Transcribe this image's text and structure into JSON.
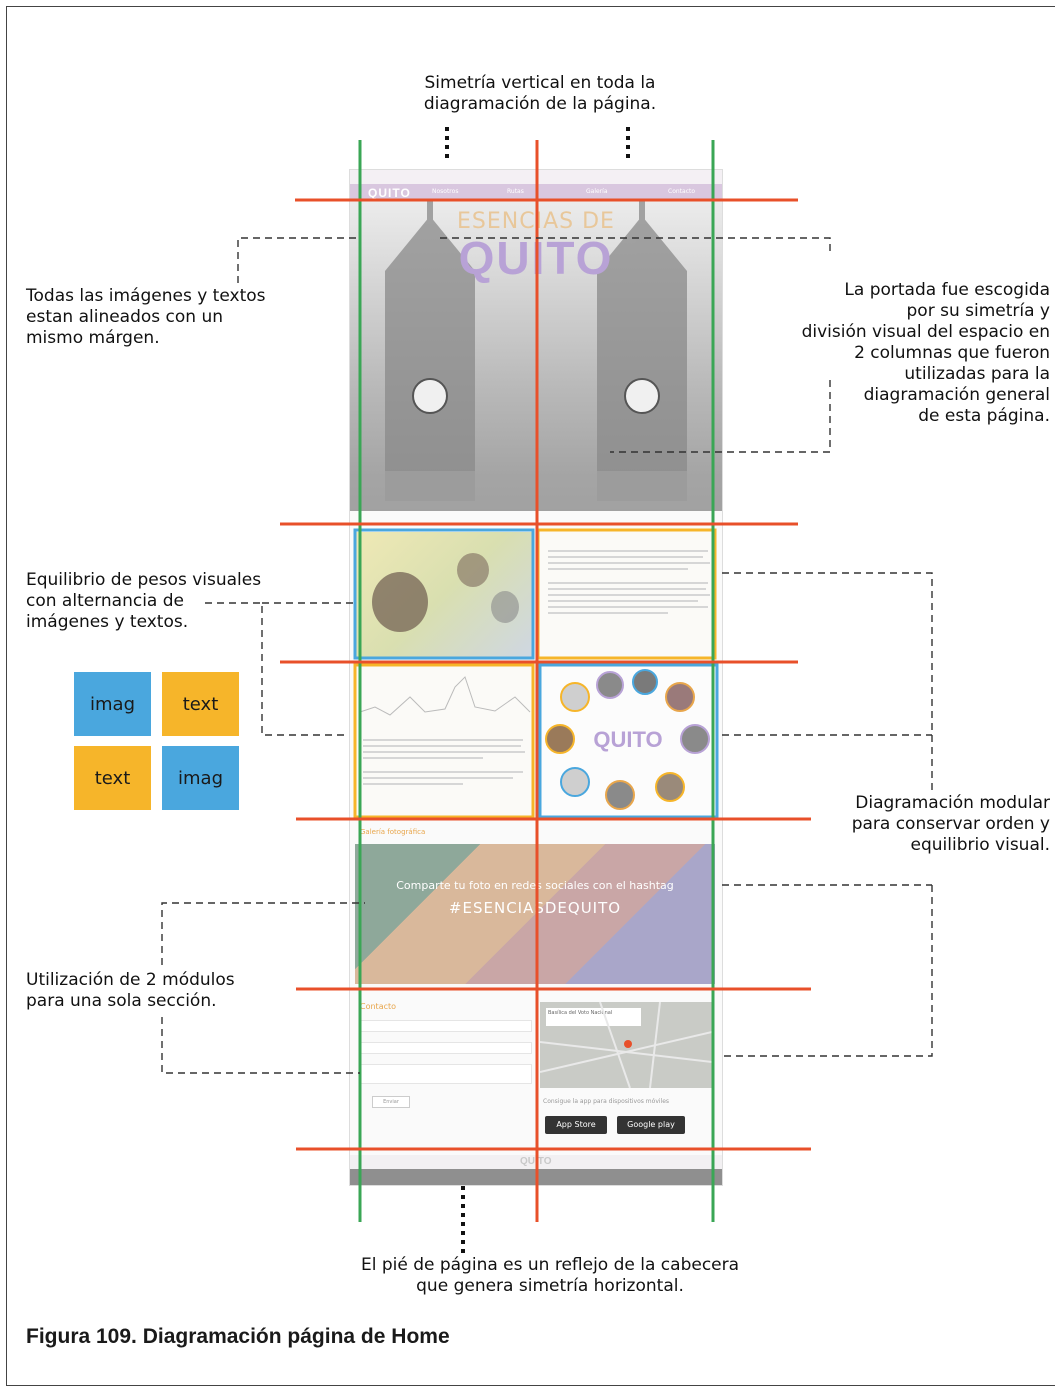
{
  "annotations": {
    "top": "Simetría vertical en toda la diagramación de la página.",
    "left_alignment": "Todas las imágenes y textos\nestan alineados con un\nmismo márgen.",
    "right_cover": "La portada fue escogida\npor su simetría y\ndivisión visual del espacio en\n2  columnas que fueron\nutilizadas para la\ndiagramación general\nde esta página.",
    "left_balance": "Equilibrio de pesos visuales\ncon alternancia de\nimágenes y textos.",
    "right_modular": "Diagramación modular\npara conservar  orden y\nequilibrio visual.",
    "left_modules": "Utilización de 2 módulos\npara una sola sección.",
    "bottom_footer": "El pié de página  es un reflejo de la cabecera\nque genera simetría horizontal."
  },
  "legend": {
    "top_left": "imag",
    "top_right": "text",
    "bottom_left": "text",
    "bottom_right": "imag"
  },
  "caption": "Figura 109.  Diagramación página de Home",
  "mockup": {
    "logo": "QUITO",
    "nav_items": [
      "Nosotros",
      "Rutas",
      "Galería",
      "Contacto"
    ],
    "hero_title_top": "ESENCIAS DE",
    "hero_title_main": "QUITO",
    "photo_section_title": "Galería fotográfica",
    "photo_line1": "Comparte tu foto  en redes sociales con el hashtag",
    "photo_line2": "#ESENCIASDEQUITO",
    "contact_title": "Contacto",
    "send_label": "Enviar",
    "map_card": "Basílica del Voto Nacional",
    "app_text": "Consigue la app para dispositivos móviles",
    "app_store": "App Store",
    "google_play": "Google play",
    "footer_logo": "QUITO"
  },
  "colors": {
    "guide_red": "#e8502a",
    "guide_green": "#3aa655",
    "module_blue": "#4aa7de",
    "module_yellow": "#f6b52a",
    "nav_purple": "#d9c7df"
  }
}
